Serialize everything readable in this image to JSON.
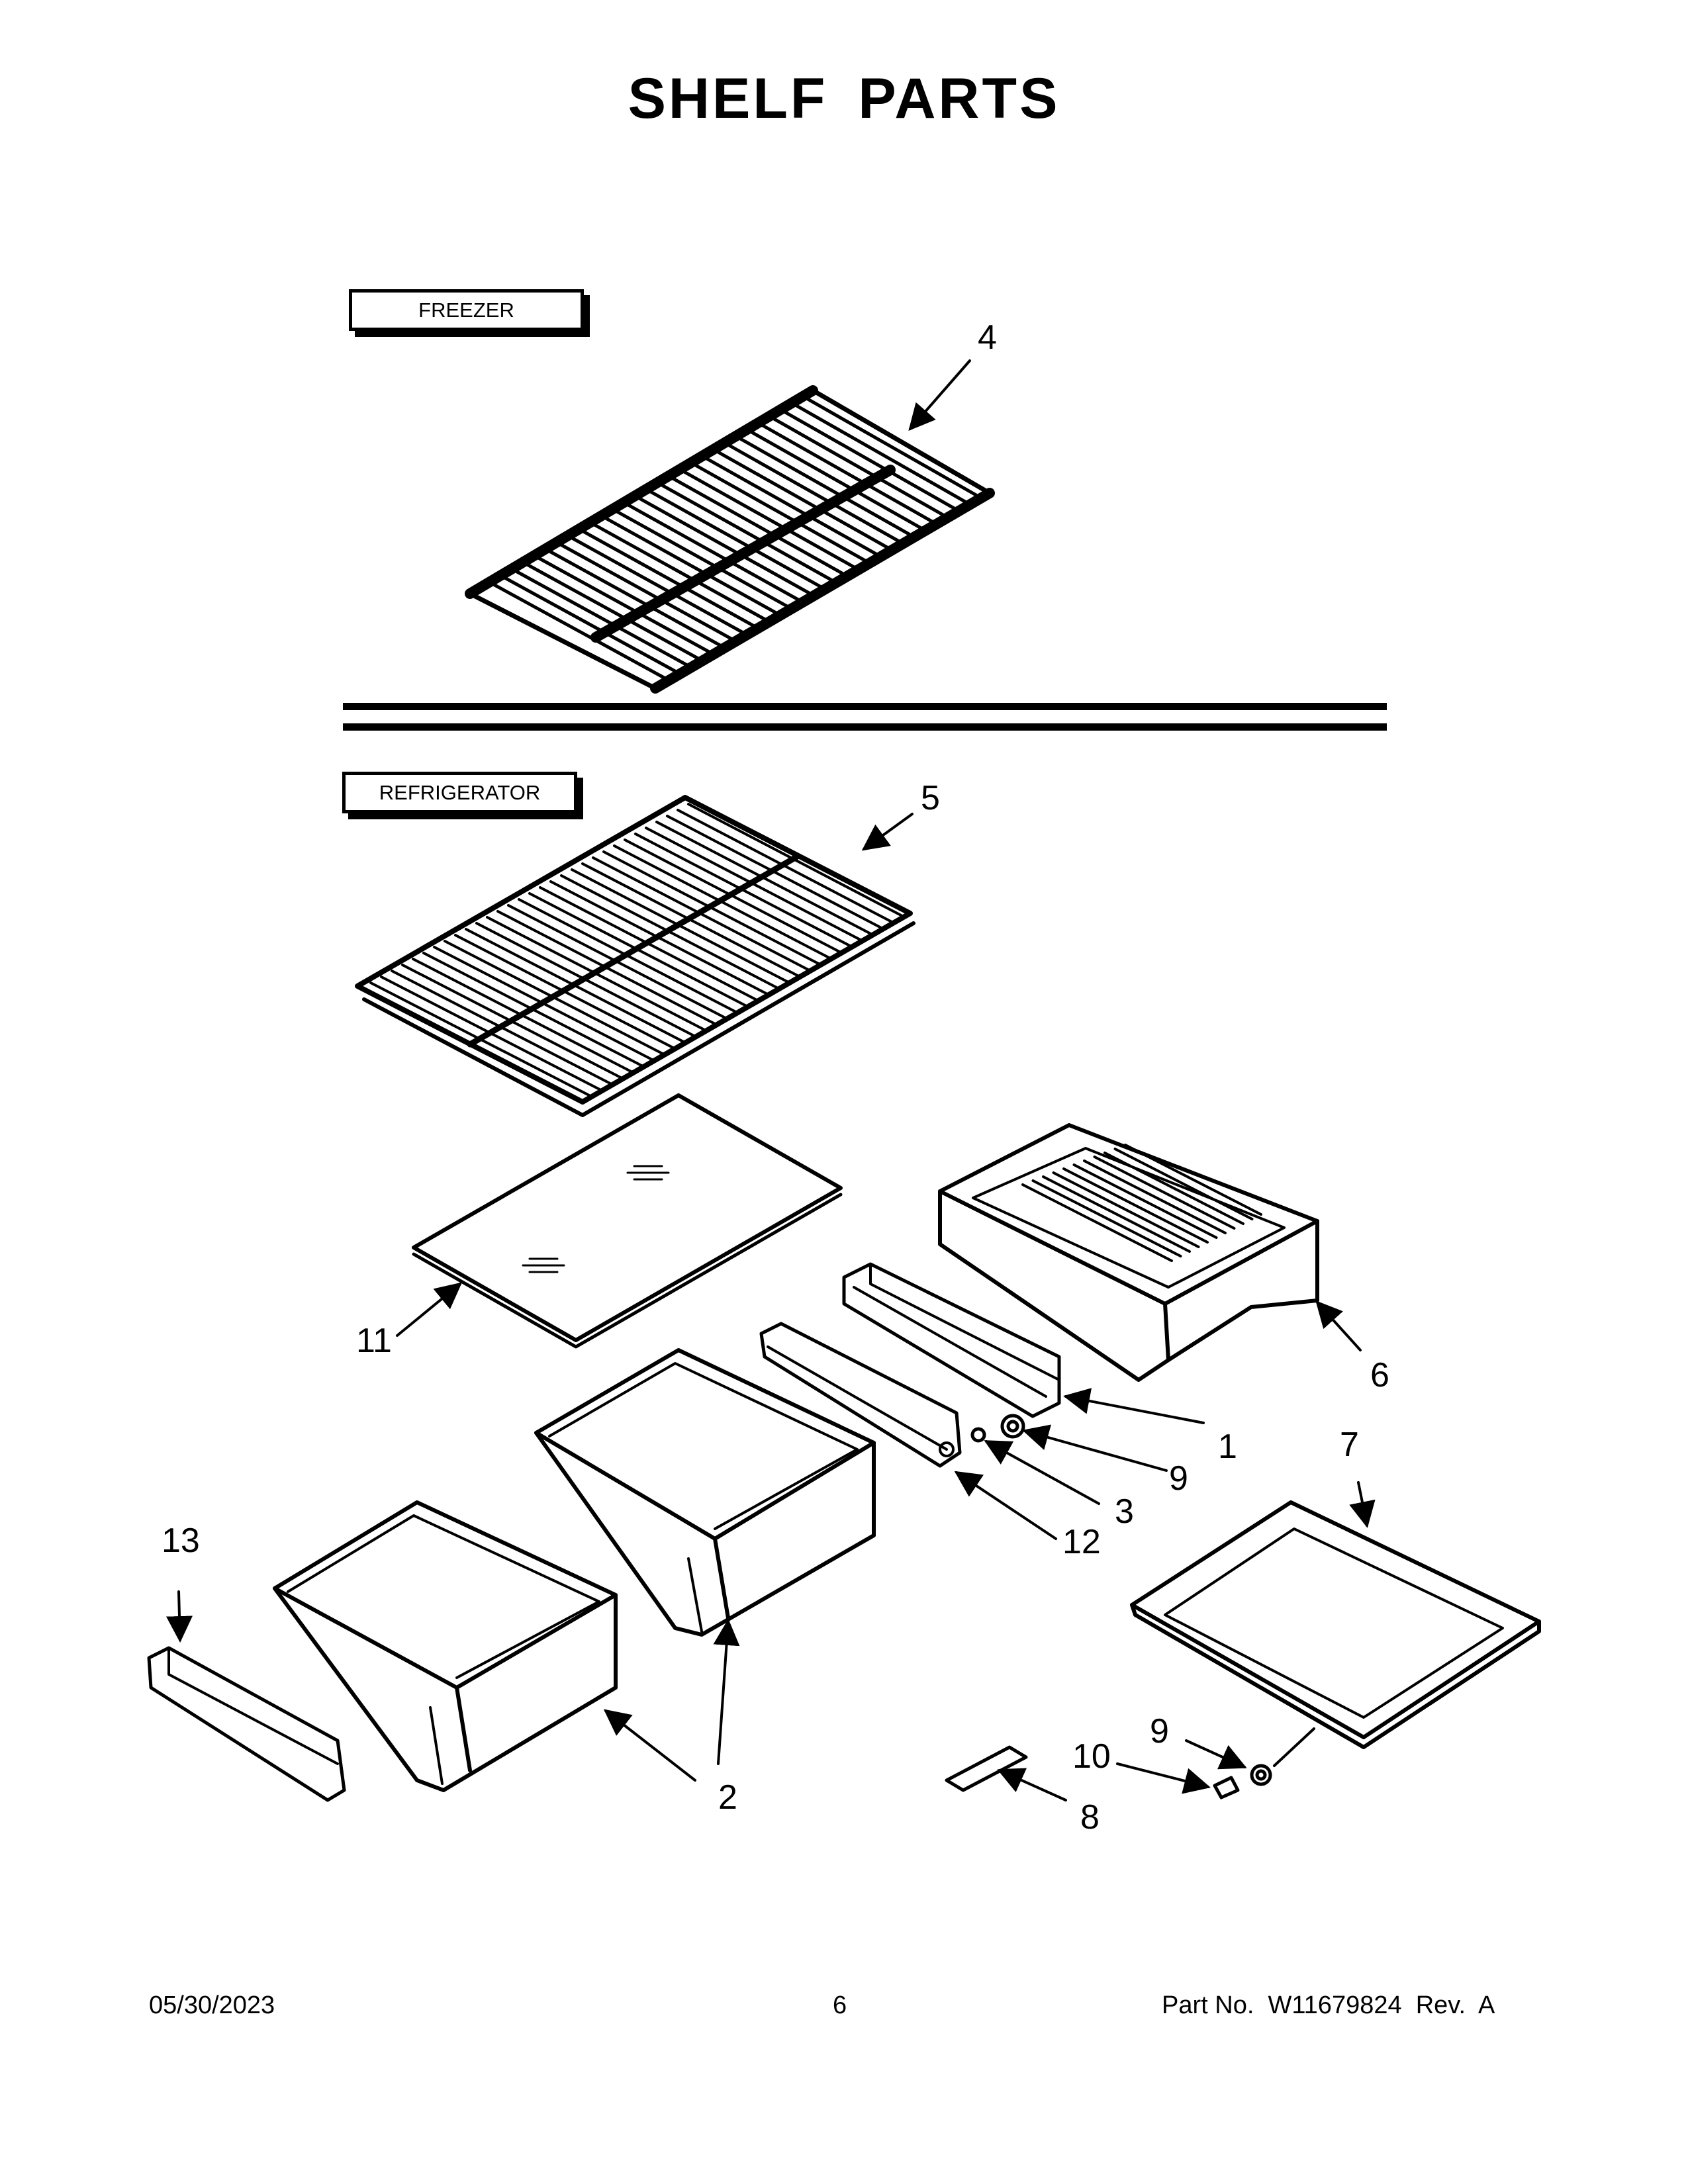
{
  "title": "SHELF PARTS",
  "sections": {
    "freezer": "FREEZER",
    "refrigerator": "REFRIGERATOR"
  },
  "callouts": {
    "c1": "1",
    "c2": "2",
    "c3": "3",
    "c4": "4",
    "c5": "5",
    "c6": "6",
    "c7": "7",
    "c8": "8",
    "c9a": "9",
    "c9b": "9",
    "c10": "10",
    "c11": "11",
    "c12": "12",
    "c13": "13"
  },
  "footer": {
    "date": "05/30/2023",
    "page": "6",
    "part_no": "Part No.  W11679824  Rev.  A"
  }
}
